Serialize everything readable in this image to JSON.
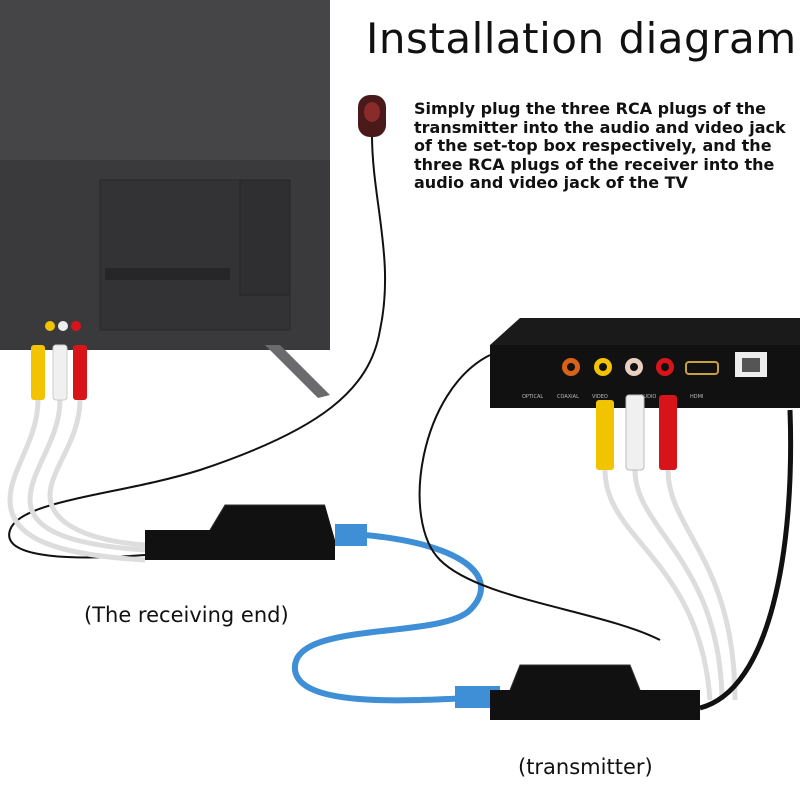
{
  "title": "Installation diagram",
  "description": "Simply plug the three RCA plugs of the transmitter into the audio and video jack of the set-top box respectively, and the three RCA plugs of the receiver into the audio and video jack of the TV",
  "labels": {
    "receiver": "(The receiving end)",
    "transmitter": "(transmitter)"
  },
  "set_top_box_ports": [
    "OPTICAL",
    "COAXIAL",
    "VIDEO",
    "AUDIO",
    "HDMI"
  ],
  "colors": {
    "rca_yellow": "#f2c400",
    "rca_white": "#f0f0f0",
    "rca_red": "#d8141b",
    "network_cable": "#3f8fd6",
    "device_black": "#111111",
    "tv_gray": "#3a3a3c"
  }
}
